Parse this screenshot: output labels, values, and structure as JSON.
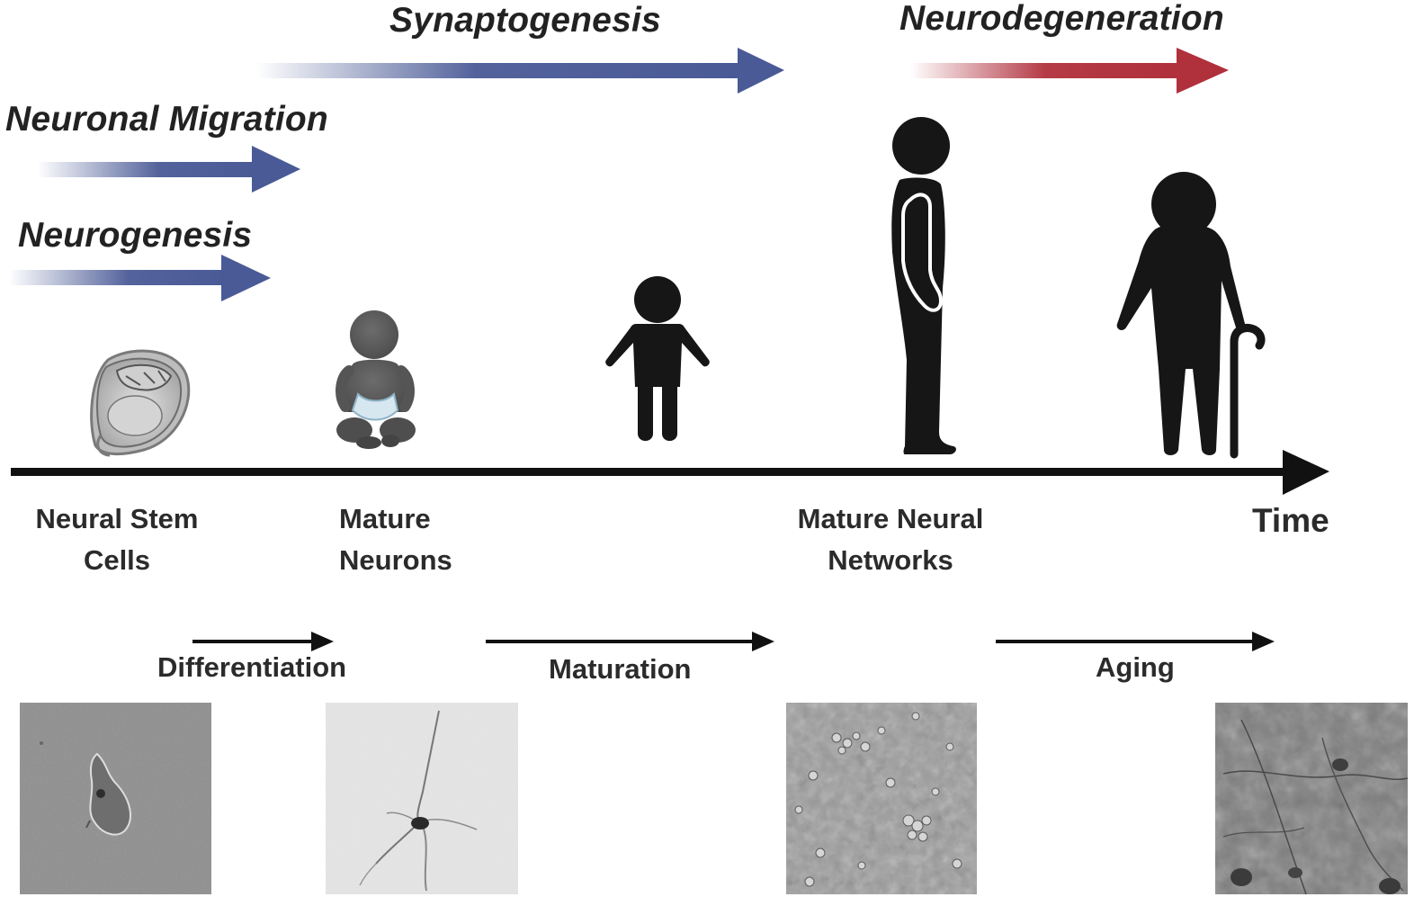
{
  "processes": {
    "synaptogenesis": "Synaptogenesis",
    "neurodegeneration": "Neurodegeneration",
    "neuronal_migration": "Neuronal Migration",
    "neurogenesis": "Neurogenesis"
  },
  "timeline": {
    "axis_label": "Time"
  },
  "stages": {
    "neural_stem_cells": {
      "line1": "Neural Stem",
      "line2": "Cells"
    },
    "mature_neurons": {
      "line1": "Mature",
      "line2": "Neurons"
    },
    "mature_neural_networks": {
      "line1": "Mature Neural",
      "line2": "Networks"
    }
  },
  "steps": {
    "differentiation": "Differentiation",
    "maturation": "Maturation",
    "aging": "Aging"
  },
  "icons": [
    "fetus-icon",
    "infant-icon",
    "child-icon",
    "adult-icon",
    "elderly-icon"
  ],
  "colors": {
    "development_arrow": "#4a5a96",
    "degeneration_arrow": "#b0303c",
    "timeline": "#111111",
    "silhouette": "#161616"
  }
}
